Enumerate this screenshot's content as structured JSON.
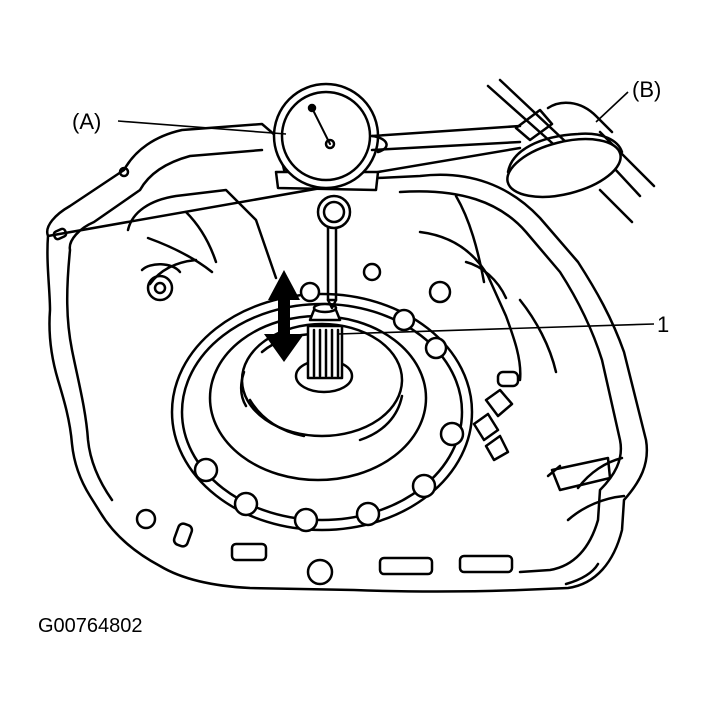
{
  "labels": {
    "gauge": "(A)",
    "holder": "(B)",
    "part": "1"
  },
  "figure_id": "G00764802",
  "colors": {
    "ink": "#000000",
    "paper": "#ffffff"
  }
}
